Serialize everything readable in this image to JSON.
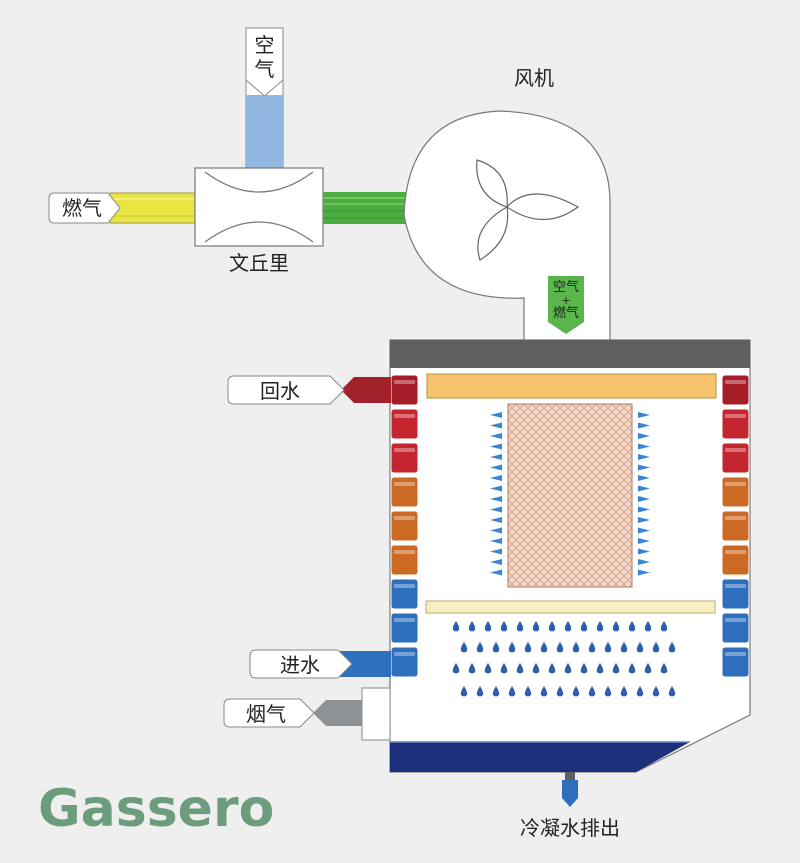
{
  "labels": {
    "air": "空气",
    "air_char1": "空",
    "air_char2": "气",
    "gas": "燃气",
    "venturi": "文丘里",
    "fan": "风机",
    "mix_line1": "空气",
    "mix_plus": "+",
    "mix_line2": "燃气",
    "return_water": "回水",
    "inlet_water": "进水",
    "flue_gas": "烟气",
    "condensate": "冷凝水排出"
  },
  "brand": {
    "name": "Gassero"
  },
  "colors": {
    "background": "#efefef",
    "air_pipe": "#8fb7e0",
    "gas_pipe": "#e9e544",
    "mix_pipe": "#4cae3f",
    "mix_tag": "#5ab54a",
    "top_plate": "#5d5f61",
    "burner_top": "#f5c46c",
    "burner_core": "#f1d7c6",
    "baffle": "#f6efc4",
    "tray": "#1c2f7a",
    "return_arrow": "#a2212a",
    "inlet_arrow": "#2f6fc0",
    "flue_arrow": "#8f9295",
    "brand": "#6b9c7b"
  },
  "tube_column": {
    "colors": [
      "#a51e27",
      "#c5252e",
      "#c5252e",
      "#cc6a24",
      "#cc6a24",
      "#cc6a24",
      "#2d6fbc",
      "#2d6fbc",
      "#2d6fbc"
    ]
  }
}
